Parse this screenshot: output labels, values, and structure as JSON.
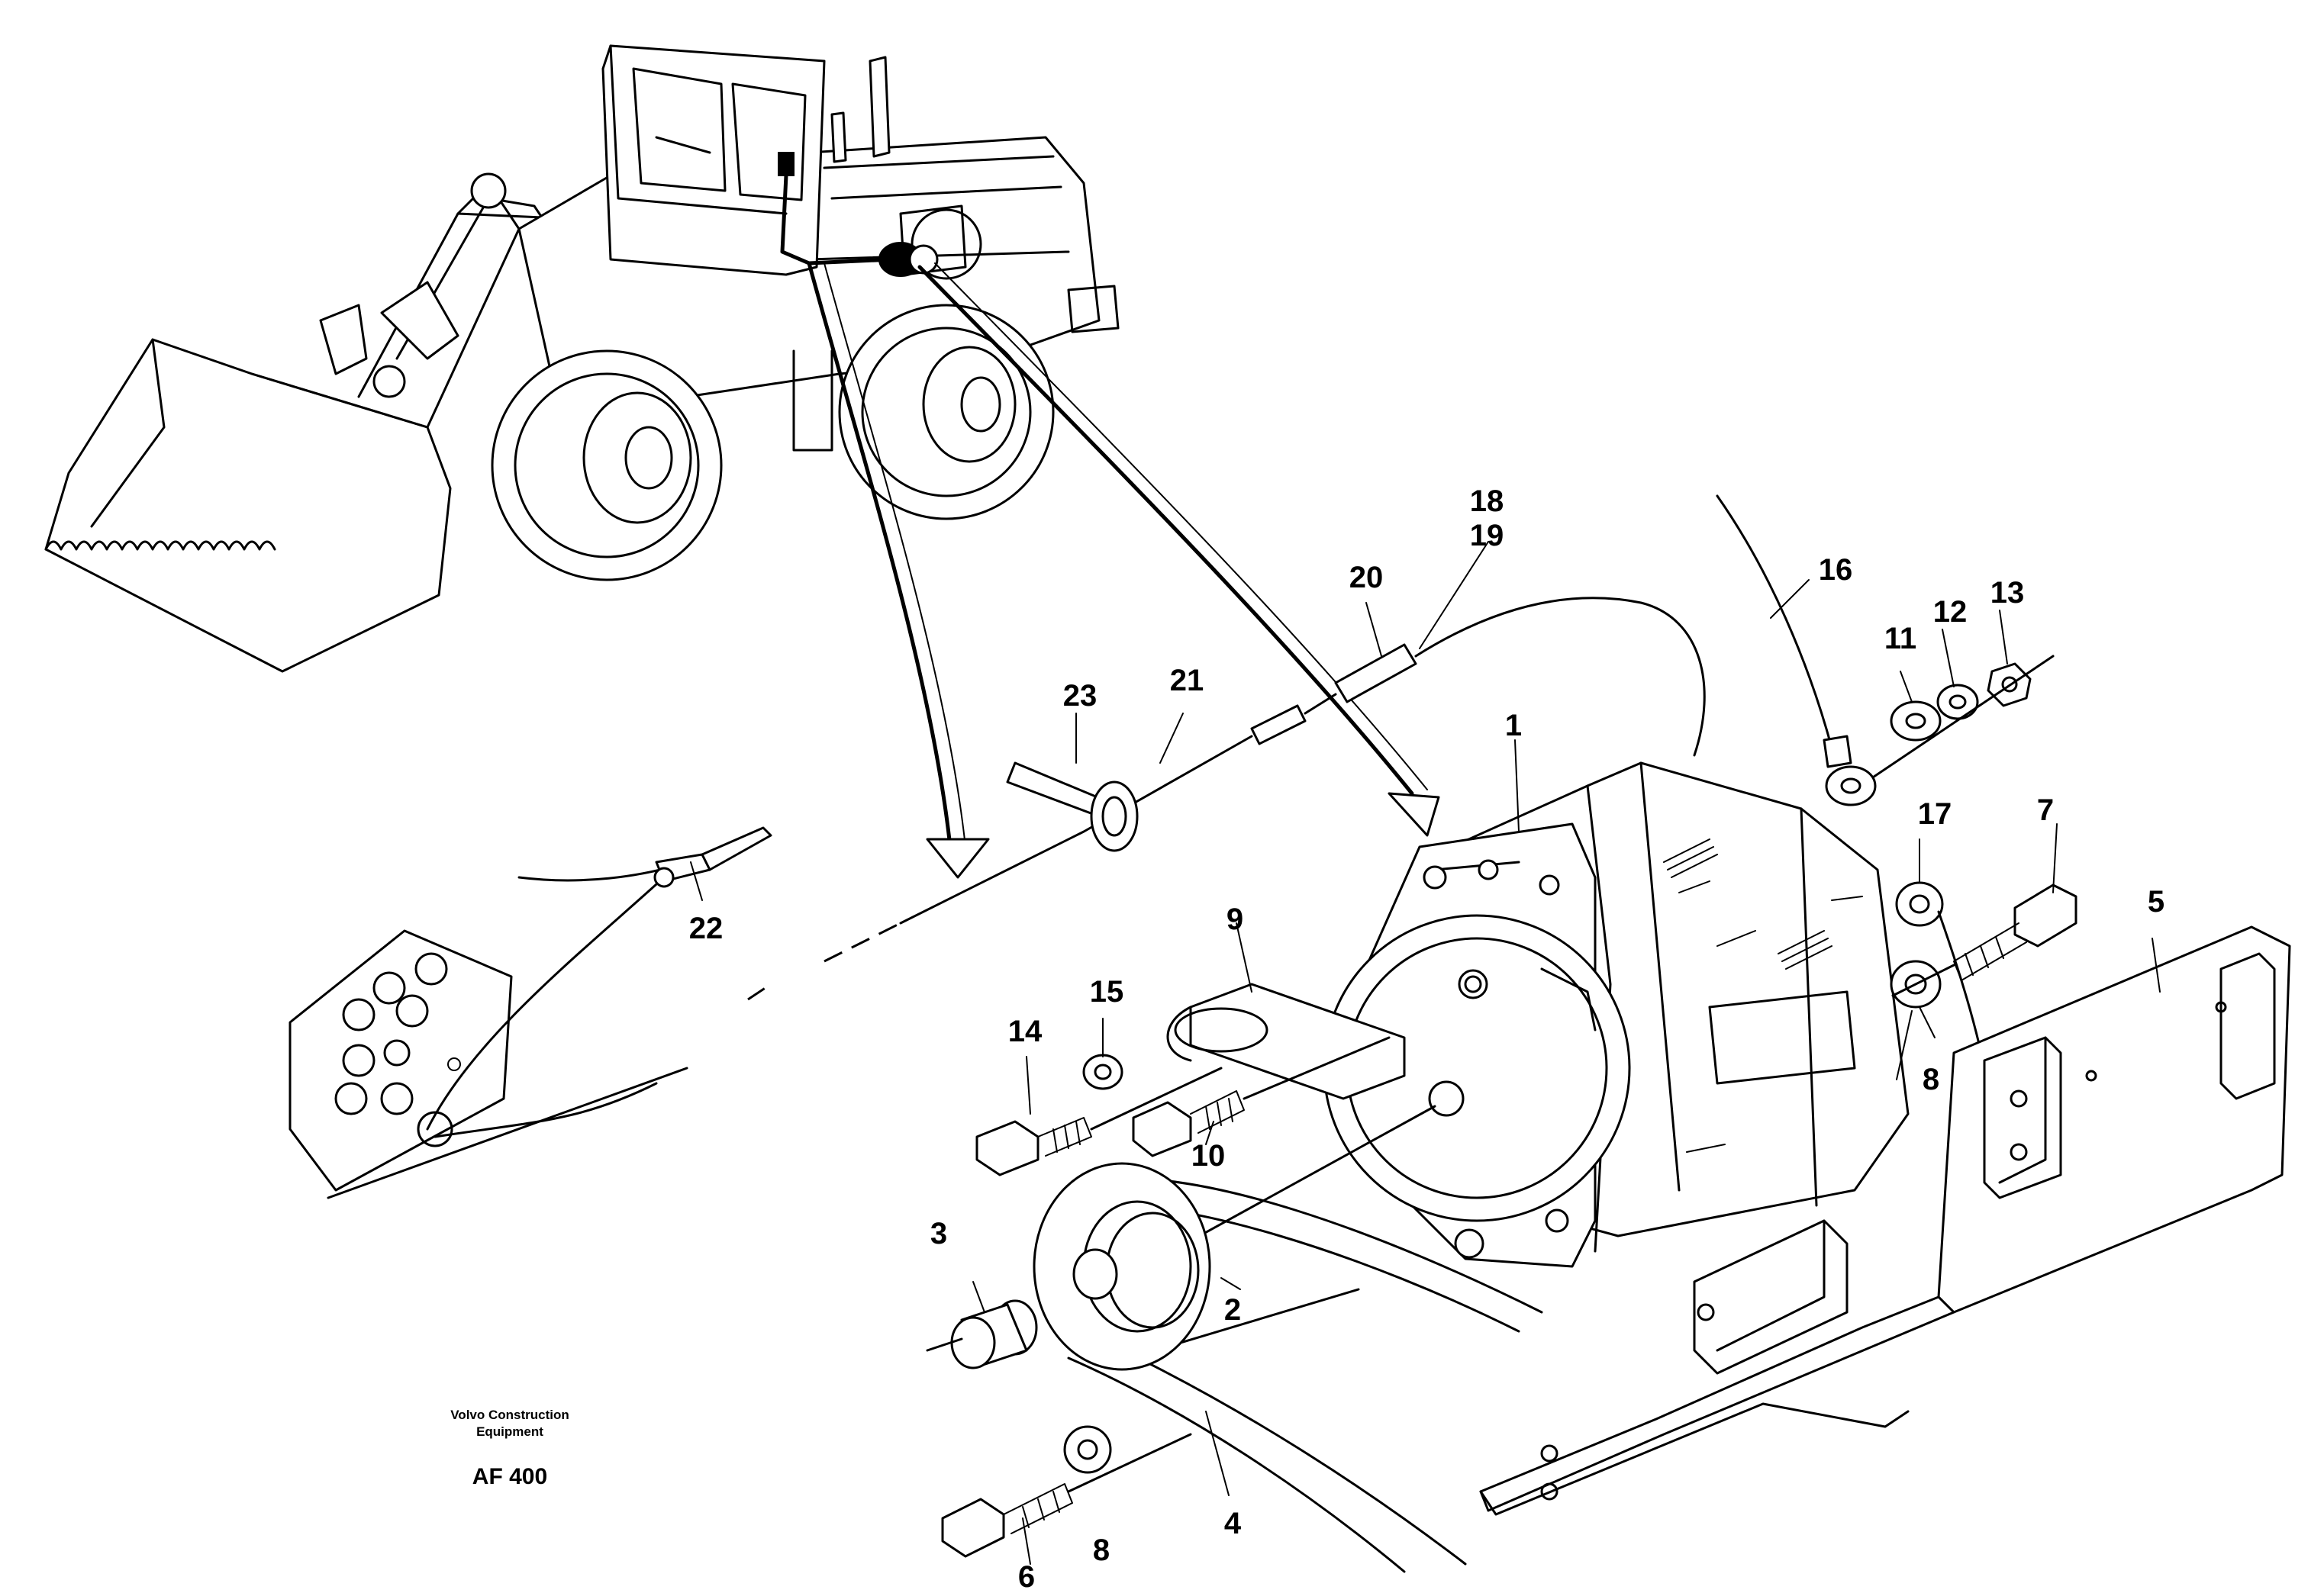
{
  "diagram": {
    "credit_line1": "Volvo Construction",
    "credit_line2": "Equipment",
    "figure_code": "AF 400",
    "callouts": {
      "c1": "1",
      "c2": "2",
      "c3": "3",
      "c4": "4",
      "c5": "5",
      "c6": "6",
      "c7": "7",
      "c8a": "8",
      "c8b": "8",
      "c9": "9",
      "c10": "10",
      "c11": "11",
      "c12": "12",
      "c13": "13",
      "c14": "14",
      "c15": "15",
      "c16": "16",
      "c17": "17",
      "c18": "18",
      "c19": "19",
      "c20": "20",
      "c21": "21",
      "c22": "22",
      "c23": "23"
    }
  }
}
